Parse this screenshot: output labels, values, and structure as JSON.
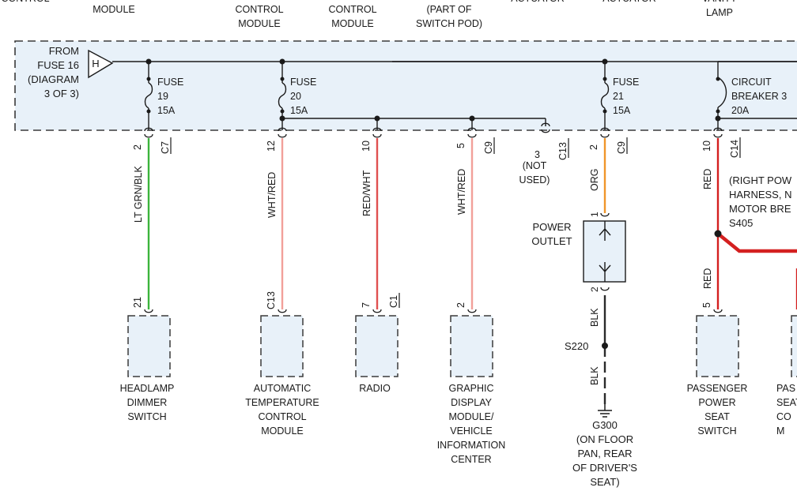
{
  "header_labels": {
    "control": "CONTROL",
    "control_module": "CONTROL\nMODULE",
    "heater_module_1": "HEATER\nCONTROL\nMODULE",
    "heater_module_2": "HEATER\nCONTROL\nMODULE",
    "switch_pod": "SWITCH\n(PART OF\nSWITCH POD)",
    "actuator_1": "ACTUATOR",
    "actuator_2": "ACTUATOR",
    "vanity_lamp": "VANITY\nLAMP"
  },
  "source": {
    "from": "FROM\nFUSE 16\n(DIAGRAM\n3 OF 3)",
    "connector": "H"
  },
  "fuses": [
    {
      "name": "FUSE",
      "number": "19",
      "rating": "15A"
    },
    {
      "name": "FUSE",
      "number": "20",
      "rating": "15A"
    },
    {
      "name": "FUSE",
      "number": "21",
      "rating": "15A"
    },
    {
      "name": "CIRCUIT",
      "number": "BREAKER 3",
      "rating": "20A"
    }
  ],
  "pins": {
    "p2a": "2",
    "c7": "C7",
    "p12": "12",
    "p10a": "10",
    "p5a": "5",
    "c9a": "C9",
    "p3": "3",
    "c13a": "C13",
    "not_used": "(NOT\nUSED)",
    "p2b": "2",
    "c9b": "C9",
    "p10b": "10",
    "c14": "C14",
    "p21": "21",
    "c13b": "C13",
    "p7": "7",
    "c1": "C1",
    "p2c": "2",
    "p1": "1",
    "p2d": "2",
    "p5b": "5"
  },
  "wires": {
    "lt_grn_blk": "LT GRN/BLK",
    "wht_red_1": "WHT/RED",
    "red_wht": "RED/WHT",
    "wht_red_2": "WHT/RED",
    "org": "ORG",
    "red_1": "RED",
    "red_2": "RED",
    "blk_1": "BLK",
    "blk_2": "BLK"
  },
  "splices": {
    "s405_note": "(RIGHT POW\nHARNESS, N\nMOTOR BRE",
    "s405": "S405",
    "s220": "S220"
  },
  "components": {
    "headlamp": "HEADLAMP\nDIMMER\nSWITCH",
    "atc": "AUTOMATIC\nTEMPERATURE\nCONTROL\nMODULE",
    "radio": "RADIO",
    "graphic": "GRAPHIC\nDISPLAY\nMODULE/\nVEHICLE\nINFORMATION\nCENTER",
    "power_outlet": "POWER\nOUTLET",
    "ground": "G300\n(ON FLOOR\nPAN, REAR\nOF DRIVER'S\nSEAT)",
    "pass_seat": "PASSENGER\nPOWER\nSEAT\nSWITCH",
    "pass_seat_cut": "PAS\nSEAT\nCO\nM"
  },
  "colors": {
    "panel_fill": "#e8f1f9",
    "panel_border": "#3a3a3a",
    "wire_green": "#3cb43c",
    "wire_pink": "#f2a09a",
    "wire_red": "#d42020",
    "wire_orange": "#f0962a",
    "wire_black": "#2a2a2a"
  }
}
